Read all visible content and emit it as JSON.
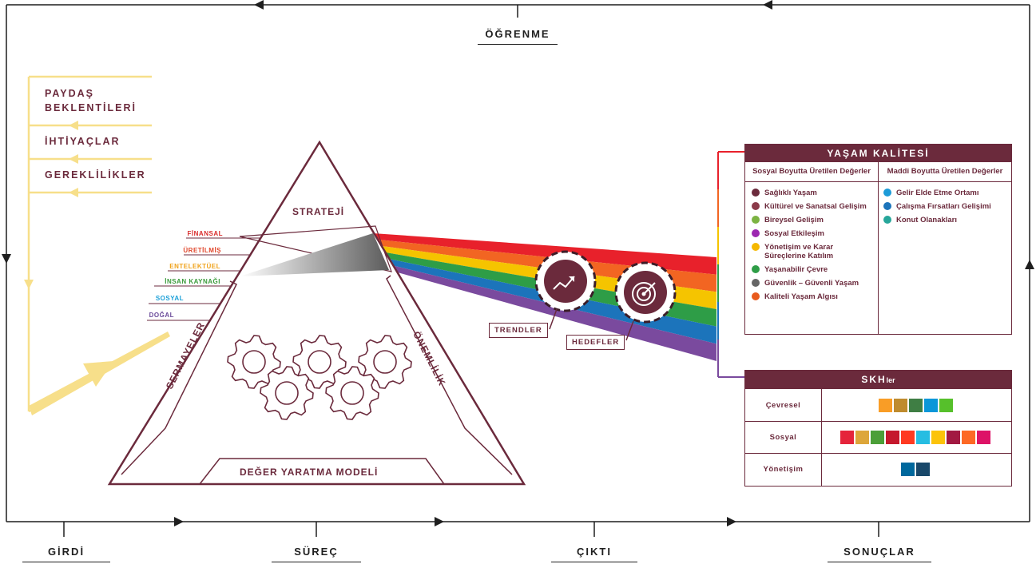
{
  "stages": {
    "learning": "ÖĞRENME",
    "input": "GİRDİ",
    "process": "SÜREÇ",
    "output": "ÇIKTI",
    "outcomes": "SONUÇLAR"
  },
  "stakeholder": {
    "line1": "PAYDAŞ",
    "line2": "BEKLENTİLERİ",
    "needs": "İHTİYAÇLAR",
    "requirements": "GEREKLİLİKLER"
  },
  "capitals": [
    {
      "label": "FİNANSAL",
      "color": "#d92b2b"
    },
    {
      "label": "ÜRETİLMİŞ",
      "color": "#e0452a"
    },
    {
      "label": "ENTELEKTÜEL",
      "color": "#f0a21a"
    },
    {
      "label": "İNSAN KAYNAĞI",
      "color": "#3a9a3a"
    },
    {
      "label": "SOSYAL",
      "color": "#1ba0d8"
    },
    {
      "label": "DOĞAL",
      "color": "#6b4b9a"
    }
  ],
  "prism": {
    "top": "STRATEJİ",
    "left": "SERMAYELER",
    "right": "ÖNEMLİLİK",
    "bottom": "DEĞER YARATMA MODELİ"
  },
  "tags": {
    "trends": "TRENDLER",
    "targets": "HEDEFLER"
  },
  "spectrum_colors": [
    "#e8212b",
    "#f26522",
    "#f5c400",
    "#2e9d47",
    "#1c74bb",
    "#7a4a9e"
  ],
  "quality_of_life": {
    "title": "YAŞAM KALİTESİ",
    "social_header": "Sosyal Boyutta Üretilen Değerler",
    "material_header": "Maddi Boyutta Üretilen Değerler",
    "social_items": [
      {
        "label": "Sağlıklı Yaşam",
        "color": "#6b2a3c"
      },
      {
        "label": "Kültürel ve Sanatsal Gelişim",
        "color": "#8b3a4a"
      },
      {
        "label": "Bireysel Gelişim",
        "color": "#7cb342"
      },
      {
        "label": "Sosyal Etkileşim",
        "color": "#9c27b0"
      },
      {
        "label": "Yönetişim ve Karar Süreçlerine Katılım",
        "color": "#f5b800"
      },
      {
        "label": "Yaşanabilir Çevre",
        "color": "#2e9d47"
      },
      {
        "label": "Güvenlik – Güvenli Yaşam",
        "color": "#666666"
      },
      {
        "label": "Kaliteli Yaşam Algısı",
        "color": "#e85a1c"
      }
    ],
    "material_items": [
      {
        "label": "Gelir Elde Etme Ortamı",
        "color": "#1c9bd8"
      },
      {
        "label": "Çalışma Fırsatları Gelişimi",
        "color": "#1c74bb"
      },
      {
        "label": "Konut Olanakları",
        "color": "#26a69a"
      }
    ]
  },
  "sdgs": {
    "title_main": "SKH",
    "title_suffix": "ler",
    "rows": [
      {
        "name": "Çevresel",
        "colors": [
          "#f99d26",
          "#bf8b2e",
          "#3f7e44",
          "#0a97d9",
          "#56c02b"
        ]
      },
      {
        "name": "Sosyal",
        "colors": [
          "#e5243b",
          "#dda63a",
          "#4c9f38",
          "#c5192d",
          "#ff3a21",
          "#26bde2",
          "#fcc30b",
          "#a21942",
          "#fd6925",
          "#dd1367"
        ]
      },
      {
        "name": "Yönetişim",
        "colors": [
          "#00689d",
          "#19486a"
        ]
      }
    ]
  }
}
